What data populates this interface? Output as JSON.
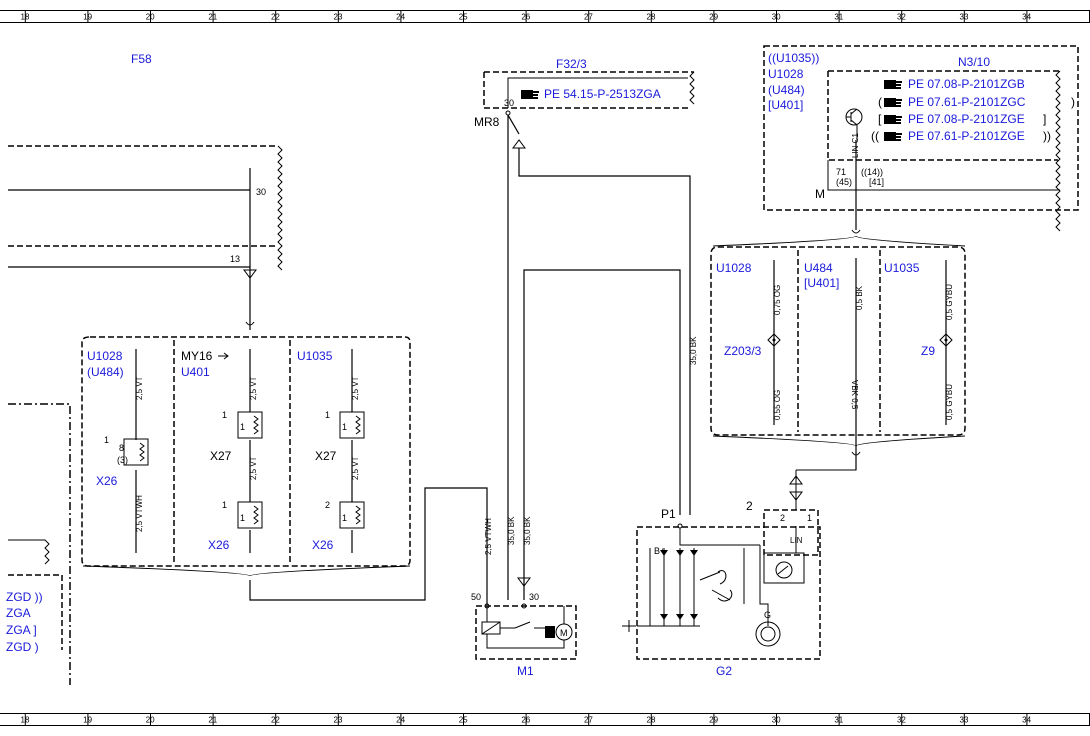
{
  "ruler": {
    "numbers": [
      "18",
      "19",
      "20",
      "21",
      "22",
      "23",
      "24",
      "25",
      "26",
      "27",
      "28",
      "29",
      "30",
      "31",
      "32",
      "33",
      "34"
    ]
  },
  "labels": {
    "F58": "F58",
    "F32_3": "F32/3",
    "N3_10": "N3/10",
    "M1": "M1",
    "G2": "G2",
    "MR8": "MR8",
    "P1": "P1",
    "B_plus": "B+",
    "G": "G",
    "M": "M",
    "LIN": "LIN",
    "LIN_C1": "LIN C1",
    "n30_top": "30",
    "n13": "13",
    "n30_relay": "30",
    "n50": "50",
    "n30_m1": "30",
    "n2_g2": "2",
    "n2_conn": "2",
    "n1_conn": "1",
    "pin71": "71",
    "pin45": "(45)",
    "pin14": "((14))",
    "pin41": "[41]",
    "pin8": "8",
    "pin3": "(3)",
    "pin1a": "1",
    "pin1b": "1",
    "pin1c": "1",
    "pin1d": "1",
    "pin1e": "1",
    "pin1f": "1",
    "pin1g": "1",
    "pin2a": "2",
    "pin1h": "1"
  },
  "refs": {
    "f32": "PE 54.15-P-2513ZGA",
    "n3_1": "PE 07.08-P-2101ZGB",
    "n3_2": "PE 07.61-P-2101ZGC",
    "n3_3": "PE 07.08-P-2101ZGE",
    "n3_4": "PE 07.61-P-2101ZGE",
    "n3_1_pre": "",
    "n3_2_pre": "(",
    "n3_2_post": ")",
    "n3_3_pre": "[",
    "n3_3_post": "]",
    "n3_4_pre": "((",
    "n3_4_post": "))"
  },
  "variants": {
    "u1035_n3": "((U1035))",
    "u1028_n3": "U1028",
    "u484_n3": "(U484)",
    "u401_n3": "[U401]",
    "u1028_left": "U1028",
    "u484_left": "(U484)",
    "my16": "MY16",
    "u401_mid": "U401",
    "u1035_mid": "U1035",
    "u1028_right": "U1028",
    "u484_right": "U484",
    "u401_right": "[U401]",
    "u1035_right": "U1035"
  },
  "connectors": {
    "X26a": "X26",
    "X27a": "X27",
    "X26b": "X26",
    "X27b": "X27",
    "X26c": "X26",
    "Z203_3": "Z203/3",
    "Z9": "Z9"
  },
  "wires": {
    "w1": "2,5 VT",
    "w2": "2,5 VTWH",
    "w3": "2,5 VT",
    "w4": "2,5 VT",
    "w5": "2,5 VT",
    "w6": "2,5 VT",
    "w7": "2,5 VTWH",
    "w8": "35,0 BK",
    "w9": "35,0 BK",
    "w10": "35,0 BK",
    "w11": "0,75 OG",
    "w12": "0,55 OG",
    "w13": "0,5 BK",
    "w14": "0,5 GYBU",
    "w15": "0,5 GYBU",
    "w16": "VBK 0,5"
  },
  "left_partial": {
    "l1": "ZGD ))",
    "l2": "ZGA",
    "l3": "ZGA ]",
    "l4": "ZGD )"
  }
}
